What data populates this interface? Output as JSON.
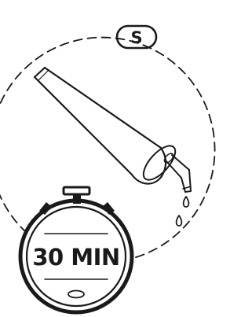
{
  "badge": {
    "label": "S"
  },
  "timer": {
    "label": "30 MIN"
  },
  "colors": {
    "ink": "#1a1a1a",
    "background": "#ffffff"
  },
  "icons": [
    "size-badge",
    "tube-icon",
    "drop-icon",
    "stopwatch-icon"
  ]
}
